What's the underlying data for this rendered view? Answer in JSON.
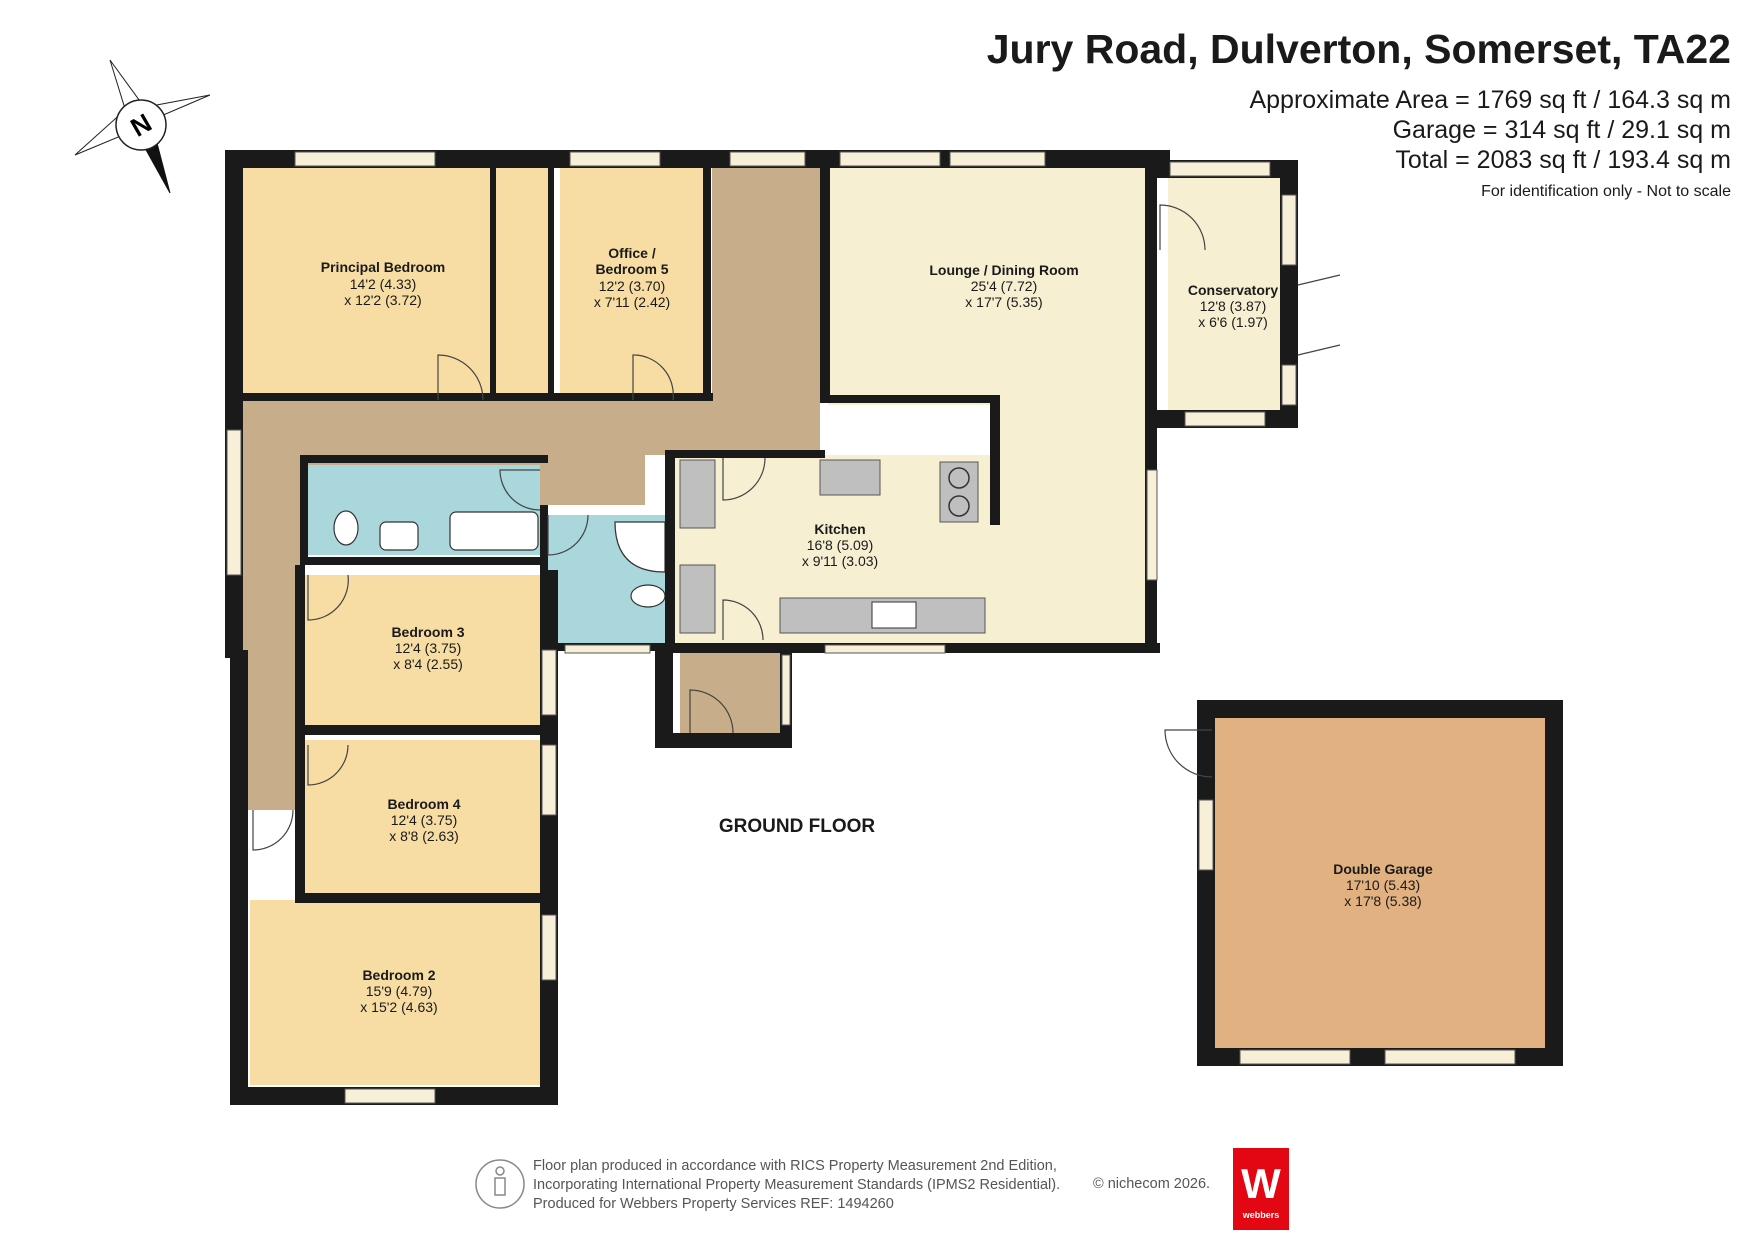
{
  "header": {
    "title": "Jury Road, Dulverton, Somerset, TA22",
    "approx_area": "Approximate Area = 1769 sq ft / 164.3 sq m",
    "garage_area": "Garage = 314 sq ft / 29.1 sq m",
    "total_area": "Total = 2083 sq ft / 193.4 sq m",
    "note": "For identification only - Not to scale"
  },
  "compass": {
    "label": "N"
  },
  "floor_label": "GROUND FLOOR",
  "rooms": {
    "principal": {
      "name": "Principal Bedroom",
      "dim1": "14'2 (4.33)",
      "dim2": "x 12'2 (3.72)"
    },
    "office": {
      "name1": "Office /",
      "name2": "Bedroom 5",
      "dim1": "12'2 (3.70)",
      "dim2": "x 7'11 (2.42)"
    },
    "lounge": {
      "name": "Lounge / Dining Room",
      "dim1": "25'4 (7.72)",
      "dim2": "x 17'7 (5.35)"
    },
    "conservatory": {
      "name": "Conservatory",
      "dim1": "12'8 (3.87)",
      "dim2": "x 6'6 (1.97)"
    },
    "kitchen": {
      "name": "Kitchen",
      "dim1": "16'8 (5.09)",
      "dim2": "x 9'11 (3.03)"
    },
    "bedroom3": {
      "name": "Bedroom 3",
      "dim1": "12'4 (3.75)",
      "dim2": "x 8'4 (2.55)"
    },
    "bedroom4": {
      "name": "Bedroom 4",
      "dim1": "12'4 (3.75)",
      "dim2": "x 8'8 (2.63)"
    },
    "bedroom2": {
      "name": "Bedroom 2",
      "dim1": "15'9 (4.79)",
      "dim2": "x 15'2 (4.63)"
    },
    "garage": {
      "name": "Double Garage",
      "dim1": "17'10 (5.43)",
      "dim2": "x 17'8 (5.38)"
    }
  },
  "footer": {
    "line1": "Floor plan produced in accordance with RICS Property Measurement 2nd Edition,",
    "line2": "Incorporating International Property Measurement Standards (IPMS2 Residential).",
    "line3": "Produced for Webbers Property Services   REF: 1494260",
    "copyright": "© nichecom 2026.",
    "logo_letter": "W",
    "logo_brand": "webbers"
  },
  "colors": {
    "bedroom": "#f7dda4",
    "lounge": "#f6efd2",
    "hall": "#c8ad8a",
    "bathroom": "#aad7dc",
    "garage": "#e2b181",
    "wall": "#1a1a1a",
    "fixture": "#bfbfbf",
    "brand_red": "#e30613"
  }
}
